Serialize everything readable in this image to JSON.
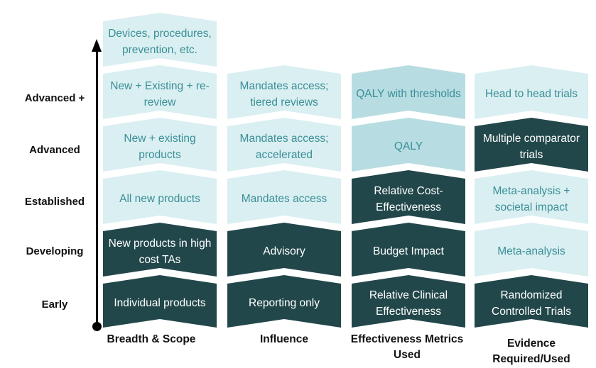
{
  "levels": [
    "Advanced +",
    "Advanced",
    "Established",
    "Developing",
    "Early"
  ],
  "columns": [
    {
      "label": "Breadth & Scope",
      "cells": [
        {
          "text": "Devices, procedures, prevention, etc.",
          "shade": "light"
        },
        {
          "text": "New + Existing + re-review",
          "shade": "light"
        },
        {
          "text": "New + existing products",
          "shade": "light"
        },
        {
          "text": "All new products",
          "shade": "light"
        },
        {
          "text": "New products in high cost TAs",
          "shade": "dark"
        },
        {
          "text": "Individual products",
          "shade": "dark"
        }
      ]
    },
    {
      "label": "Influence",
      "cells": [
        {
          "text": "Mandates access; tiered reviews",
          "shade": "light"
        },
        {
          "text": "Mandates access; accelerated",
          "shade": "light"
        },
        {
          "text": "Mandates access",
          "shade": "light"
        },
        {
          "text": "Advisory",
          "shade": "dark"
        },
        {
          "text": "Reporting only",
          "shade": "dark"
        }
      ]
    },
    {
      "label": "Effectiveness Metrics Used",
      "cells": [
        {
          "text": "QALY with thresholds",
          "shade": "medium"
        },
        {
          "text": "QALY",
          "shade": "medium"
        },
        {
          "text": "Relative Cost-Effectiveness",
          "shade": "dark"
        },
        {
          "text": "Budget Impact",
          "shade": "dark"
        },
        {
          "text": "Relative Clinical Effectiveness",
          "shade": "dark"
        }
      ]
    },
    {
      "label": "Evidence Required/Used",
      "cells": [
        {
          "text": "Head to head trials",
          "shade": "light"
        },
        {
          "text": "Multiple comparator trials",
          "shade": "dark"
        },
        {
          "text": "Meta-analysis + societal impact",
          "shade": "light"
        },
        {
          "text": "Meta-analysis",
          "shade": "light"
        },
        {
          "text": "Randomized Controlled Trials",
          "shade": "dark"
        }
      ]
    }
  ],
  "colors": {
    "light": "#daeff1",
    "medium": "#b7dde2",
    "dark": "#22474a",
    "light_text": "#3a8f98",
    "dark_text": "#ffffff"
  }
}
